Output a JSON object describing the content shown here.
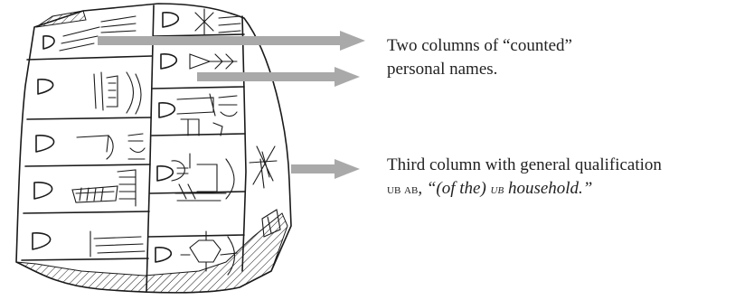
{
  "captions": {
    "names": {
      "line1": "Two columns of “counted”",
      "line2": "personal names."
    },
    "qualification": {
      "line1": "Third column with general qualification",
      "sc1": "UB AB",
      "sep": ", ",
      "open_quote": "“(of the) ",
      "sc2": "UB",
      "rest": " household.”"
    }
  },
  "colors": {
    "ink": "#1a1a1a",
    "arrow": "#a9a9a9",
    "background": "#ffffff"
  }
}
